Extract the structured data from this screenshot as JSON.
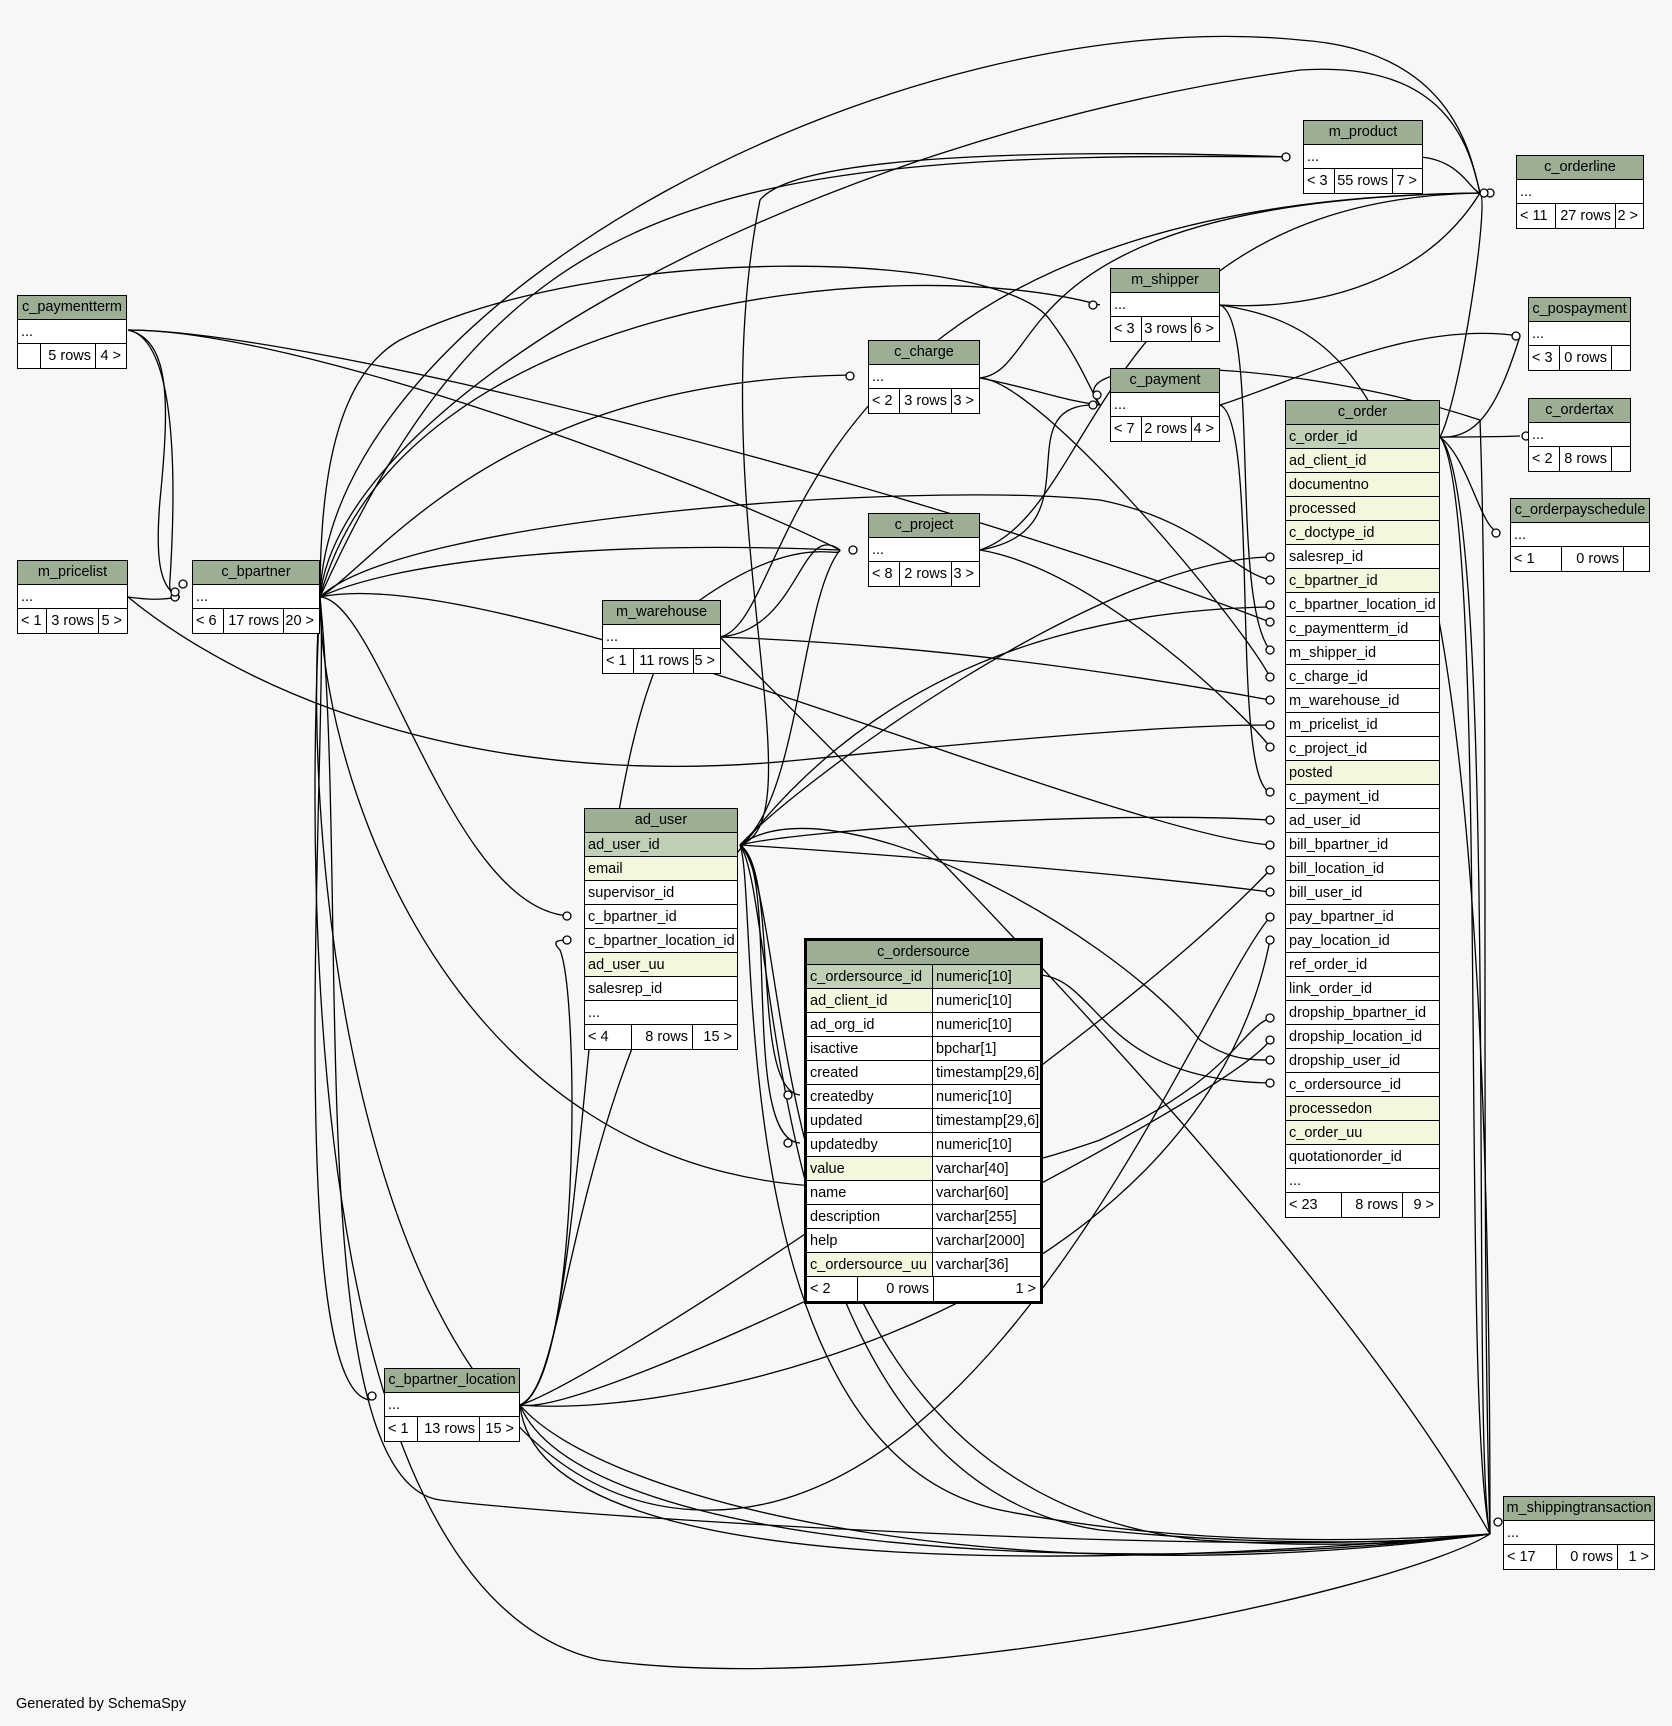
{
  "footer": "Generated by SchemaSpy",
  "tables": {
    "m_product": {
      "name": "m_product",
      "rows": [
        "..."
      ],
      "foot": [
        "< 3",
        "55 rows",
        "7 >"
      ]
    },
    "c_orderline": {
      "name": "c_orderline",
      "rows": [
        "..."
      ],
      "foot": [
        "< 11",
        "27 rows",
        "2 >"
      ]
    },
    "c_paymentterm": {
      "name": "c_paymentterm",
      "rows": [
        "..."
      ],
      "foot": [
        "",
        "5 rows",
        "4 >"
      ]
    },
    "m_shipper": {
      "name": "m_shipper",
      "rows": [
        "..."
      ],
      "foot": [
        "< 3",
        "3 rows",
        "6 >"
      ]
    },
    "c_pospayment": {
      "name": "c_pospayment",
      "rows": [
        "..."
      ],
      "foot": [
        "< 3",
        "0 rows",
        ""
      ]
    },
    "c_charge": {
      "name": "c_charge",
      "rows": [
        "..."
      ],
      "foot": [
        "< 2",
        "3 rows",
        "3 >"
      ]
    },
    "c_payment": {
      "name": "c_payment",
      "rows": [
        "..."
      ],
      "foot": [
        "< 7",
        "2 rows",
        "4 >"
      ]
    },
    "c_ordertax": {
      "name": "c_ordertax",
      "rows": [
        "..."
      ],
      "foot": [
        "< 2",
        "8 rows",
        ""
      ]
    },
    "c_orderpayschedule": {
      "name": "c_orderpayschedule",
      "rows": [
        "..."
      ],
      "foot": [
        "< 1",
        "0 rows",
        ""
      ]
    },
    "m_pricelist": {
      "name": "m_pricelist",
      "rows": [
        "..."
      ],
      "foot": [
        "< 1",
        "3 rows",
        "5 >"
      ]
    },
    "c_bpartner": {
      "name": "c_bpartner",
      "rows": [
        "..."
      ],
      "foot": [
        "< 6",
        "17 rows",
        "20 >"
      ]
    },
    "c_project": {
      "name": "c_project",
      "rows": [
        "..."
      ],
      "foot": [
        "< 8",
        "2 rows",
        "3 >"
      ]
    },
    "m_warehouse": {
      "name": "m_warehouse",
      "rows": [
        "..."
      ],
      "foot": [
        "< 1",
        "11 rows",
        "5 >"
      ]
    },
    "ad_user": {
      "name": "ad_user",
      "rows": [
        "ad_user_id",
        "email",
        "supervisor_id",
        "c_bpartner_id",
        "c_bpartner_location_id",
        "ad_user_uu",
        "salesrep_id",
        "..."
      ],
      "foot": [
        "< 4",
        "8 rows",
        "15 >"
      ]
    },
    "c_bpartner_location": {
      "name": "c_bpartner_location",
      "rows": [
        "..."
      ],
      "foot": [
        "< 1",
        "13 rows",
        "15 >"
      ]
    },
    "m_shippingtransaction": {
      "name": "m_shippingtransaction",
      "rows": [
        "..."
      ],
      "foot": [
        "< 17",
        "0 rows",
        "1 >"
      ]
    },
    "c_order": {
      "name": "c_order",
      "rows": [
        "c_order_id",
        "ad_client_id",
        "documentno",
        "processed",
        "c_doctype_id",
        "salesrep_id",
        "c_bpartner_id",
        "c_bpartner_location_id",
        "c_paymentterm_id",
        "m_shipper_id",
        "c_charge_id",
        "m_warehouse_id",
        "m_pricelist_id",
        "c_project_id",
        "posted",
        "c_payment_id",
        "ad_user_id",
        "bill_bpartner_id",
        "bill_location_id",
        "bill_user_id",
        "pay_bpartner_id",
        "pay_location_id",
        "ref_order_id",
        "link_order_id",
        "dropship_bpartner_id",
        "dropship_location_id",
        "dropship_user_id",
        "c_ordersource_id",
        "processedon",
        "c_order_uu",
        "quotationorder_id",
        "..."
      ],
      "foot": [
        "< 23",
        "8 rows",
        "9 >"
      ]
    },
    "c_ordersource": {
      "name": "c_ordersource",
      "rows": [
        [
          "c_ordersource_id",
          "numeric[10]"
        ],
        [
          "ad_client_id",
          "numeric[10]"
        ],
        [
          "ad_org_id",
          "numeric[10]"
        ],
        [
          "isactive",
          "bpchar[1]"
        ],
        [
          "created",
          "timestamp[29,6]"
        ],
        [
          "createdby",
          "numeric[10]"
        ],
        [
          "updated",
          "timestamp[29,6]"
        ],
        [
          "updatedby",
          "numeric[10]"
        ],
        [
          "value",
          "varchar[40]"
        ],
        [
          "name",
          "varchar[60]"
        ],
        [
          "description",
          "varchar[255]"
        ],
        [
          "help",
          "varchar[2000]"
        ],
        [
          "c_ordersource_uu",
          "varchar[36]"
        ]
      ],
      "foot": [
        "< 2",
        "0 rows",
        "1 >"
      ]
    }
  },
  "colors": {
    "header": "#9caf95",
    "primary_key": "#bfd0b7",
    "indexed": "#f4f7de",
    "background": "#f7f7f7"
  }
}
